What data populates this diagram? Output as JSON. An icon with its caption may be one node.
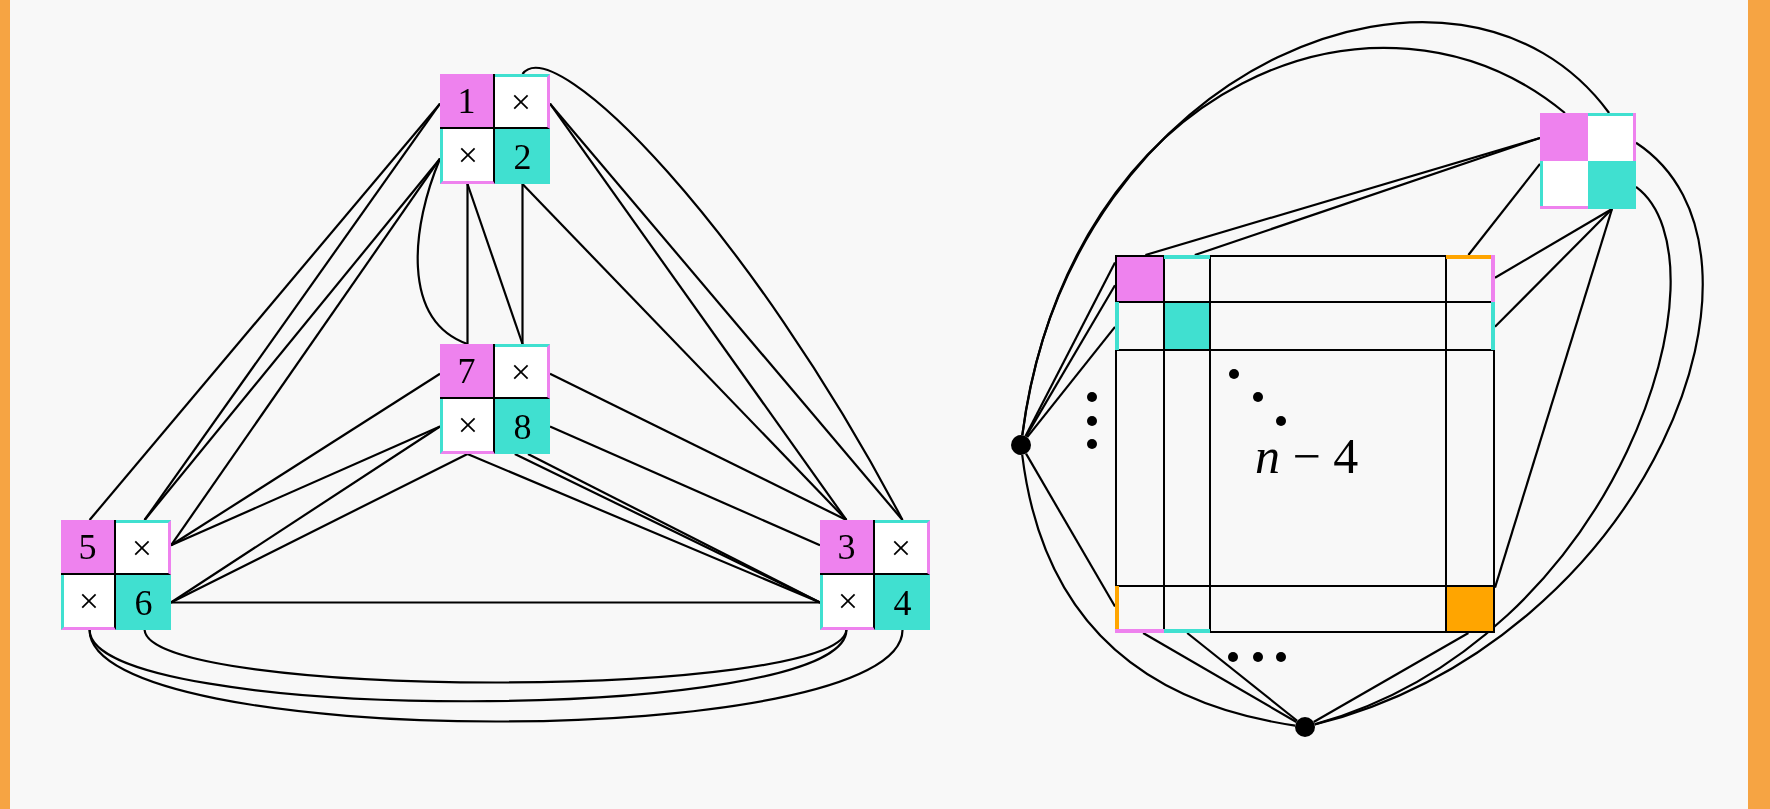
{
  "diagram": {
    "nodes": [
      {
        "text": [],
        "shape": "box"
      },
      {
        "text": [
          "1"
        ],
        "in": 0
      },
      {
        "text": [
          "×"
        ],
        "in": 0
      },
      {
        "text": [
          "×"
        ],
        "in": 0
      },
      {
        "text": [
          "2"
        ],
        "in": 0
      },
      {
        "text": [],
        "shape": "box"
      },
      {
        "text": [
          "7"
        ],
        "in": 5
      },
      {
        "text": [
          "×"
        ],
        "in": 5
      },
      {
        "text": [
          "×"
        ],
        "in": 5
      },
      {
        "text": [
          "8"
        ],
        "in": 5
      },
      {
        "text": [],
        "shape": "box"
      },
      {
        "text": [
          "5"
        ],
        "in": 10
      },
      {
        "text": [
          "×"
        ],
        "in": 10
      },
      {
        "text": [
          "×"
        ],
        "in": 10
      },
      {
        "text": [
          "6"
        ],
        "in": 10
      },
      {
        "text": [],
        "shape": "box"
      },
      {
        "text": [
          "3"
        ],
        "in": 15
      },
      {
        "text": [
          "×"
        ],
        "in": 15
      },
      {
        "text": [
          "×"
        ],
        "in": 15
      },
      {
        "text": [
          "4"
        ],
        "in": 15
      },
      {
        "text": [],
        "shape": "box"
      },
      {
        "text": [],
        "shape": "circle"
      },
      {
        "text": [
          "*n* − 4"
        ]
      },
      {
        "text": [],
        "shape": "circle"
      }
    ],
    "edges": [
      {
        "from": 0,
        "to": 10,
        "arrow": "none"
      },
      {
        "from": 0,
        "to": 10,
        "arrow": "none"
      },
      {
        "from": 0,
        "to": 10,
        "arrow": "none"
      },
      {
        "from": 0,
        "to": 10,
        "arrow": "none"
      },
      {
        "from": 0,
        "to": 5,
        "arrow": "none"
      },
      {
        "from": 0,
        "to": 5,
        "arrow": "none"
      },
      {
        "from": 0,
        "to": 5,
        "arrow": "none"
      },
      {
        "from": 0,
        "to": 5,
        "arrow": "none"
      },
      {
        "from": 0,
        "to": 15,
        "arrow": "none"
      },
      {
        "from": 0,
        "to": 15,
        "arrow": "none"
      },
      {
        "from": 0,
        "to": 15,
        "arrow": "none"
      },
      {
        "from": 0,
        "to": 15,
        "arrow": "none"
      },
      {
        "from": 5,
        "to": 10,
        "arrow": "none"
      },
      {
        "from": 5,
        "to": 10,
        "arrow": "none"
      },
      {
        "from": 5,
        "to": 10,
        "arrow": "none"
      },
      {
        "from": 5,
        "to": 10,
        "arrow": "none"
      },
      {
        "from": 5,
        "to": 15,
        "arrow": "none"
      },
      {
        "from": 5,
        "to": 15,
        "arrow": "none"
      },
      {
        "from": 5,
        "to": 15,
        "arrow": "none"
      },
      {
        "from": 5,
        "to": 15,
        "arrow": "none"
      },
      {
        "from": 5,
        "to": 15,
        "arrow": "none"
      },
      {
        "from": 10,
        "to": 15,
        "arrow": "none"
      },
      {
        "from": 10,
        "to": 15,
        "arrow": "none"
      },
      {
        "from": 10,
        "to": 15,
        "arrow": "none"
      },
      {
        "from": 10,
        "to": 15,
        "arrow": "none"
      },
      {
        "from": 21,
        "to": 20,
        "arrow": "none"
      },
      {
        "from": 21,
        "to": 20,
        "arrow": "none"
      },
      {
        "from": 21,
        "to": 22,
        "arrow": "none"
      },
      {
        "from": 21,
        "to": 22,
        "arrow": "none"
      },
      {
        "from": 21,
        "to": 22,
        "arrow": "none"
      },
      {
        "from": 21,
        "to": 22,
        "arrow": "none"
      },
      {
        "from": 21,
        "to": 23,
        "arrow": "none"
      },
      {
        "from": 23,
        "to": 22,
        "arrow": "none"
      },
      {
        "from": 23,
        "to": 22,
        "arrow": "none"
      },
      {
        "from": 23,
        "to": 22,
        "arrow": "none"
      },
      {
        "from": 23,
        "to": 20,
        "arrow": "none"
      },
      {
        "from": 23,
        "to": 20,
        "arrow": "none"
      },
      {
        "from": 20,
        "to": 22,
        "arrow": "none"
      },
      {
        "from": 20,
        "to": 22,
        "arrow": "none"
      },
      {
        "from": 20,
        "to": 22,
        "arrow": "none"
      },
      {
        "from": 20,
        "to": 22,
        "arrow": "none"
      },
      {
        "from": 20,
        "to": 22,
        "arrow": "none"
      },
      {
        "from": 20,
        "to": 22,
        "arrow": "none"
      }
    ]
  }
}
